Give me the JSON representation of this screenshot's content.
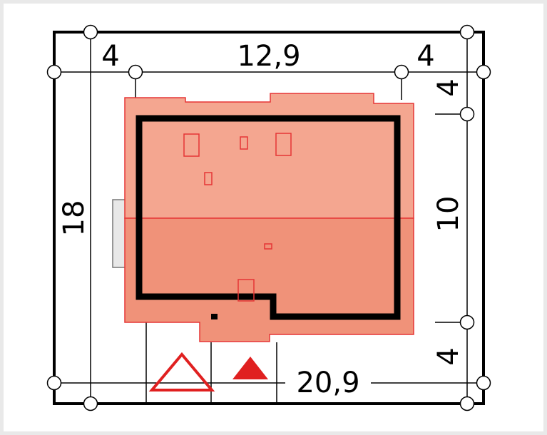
{
  "dimensions": {
    "top_left_setback": "4",
    "top_width": "12,9",
    "top_right_setback": "4",
    "right_top_setback": "4",
    "right_depth": "10",
    "right_bottom_setback": "4",
    "left_total_depth": "18",
    "bottom_total_width": "20,9"
  },
  "colors": {
    "plot_border": "#000000",
    "roof_upper": "#f4a690",
    "roof_lower": "#f09279",
    "roof_outline": "#e53535",
    "house_wall": "#000000",
    "entrance_marker": "#e02020",
    "terrace": "#e8e8e8",
    "dimension_line": "#000000"
  },
  "icons": {
    "entrance_outline": "triangle-outline-icon",
    "entrance_filled": "triangle-filled-icon"
  }
}
